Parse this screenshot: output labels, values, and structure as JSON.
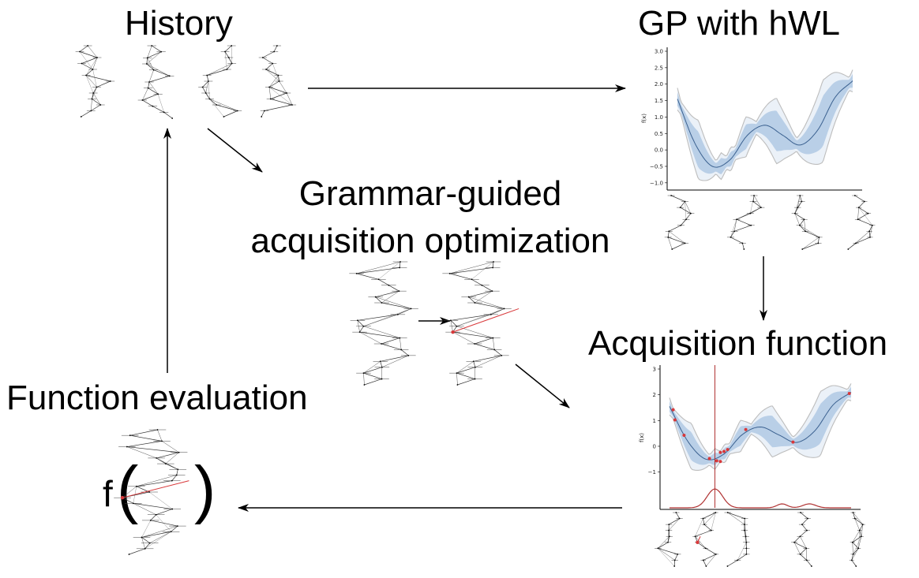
{
  "labels": {
    "history": "History",
    "gp": "GP with hWL",
    "grammar_line1": "Grammar-guided",
    "grammar_line2": "acquisition optimization",
    "acquisition": "Acquisition function",
    "function_eval": "Function evaluation",
    "f_symbol": "f"
  },
  "colors": {
    "mean_line": "#3b6190",
    "band": "#5b8fc8",
    "outer_band": "#bdbdbd",
    "acq_red": "#b03232",
    "point_red": "#d8383a"
  },
  "chart_data": [
    {
      "type": "line",
      "ylabel": "f(x)",
      "yticks": [
        "3.0",
        "2.5",
        "2.0",
        "1.5",
        "1.0",
        "0.5",
        "0.0",
        "−0.5",
        "−1.0"
      ],
      "ylim": [
        -1.1,
        3.0
      ],
      "x": [
        0,
        0.1,
        0.2,
        0.3,
        0.4,
        0.5,
        0.6,
        0.7,
        0.8,
        0.9,
        1.0
      ],
      "series": [
        {
          "values": [
            1.55,
            0.2,
            -0.5,
            -0.3,
            0.45,
            0.75,
            0.45,
            0.15,
            0.6,
            1.6,
            2.1
          ]
        }
      ]
    },
    {
      "type": "line",
      "ylabel": "f(x)",
      "yticks": [
        "3",
        "2",
        "1",
        "0",
        "−1"
      ],
      "ylim": [
        -1.9,
        3.0
      ],
      "x": [
        0,
        0.1,
        0.2,
        0.3,
        0.4,
        0.5,
        0.6,
        0.7,
        0.8,
        0.9,
        1.0
      ],
      "series": [
        {
          "values": [
            1.55,
            0.2,
            -0.5,
            -0.3,
            0.45,
            0.75,
            0.45,
            0.15,
            0.6,
            1.6,
            2.1
          ]
        }
      ]
    }
  ]
}
